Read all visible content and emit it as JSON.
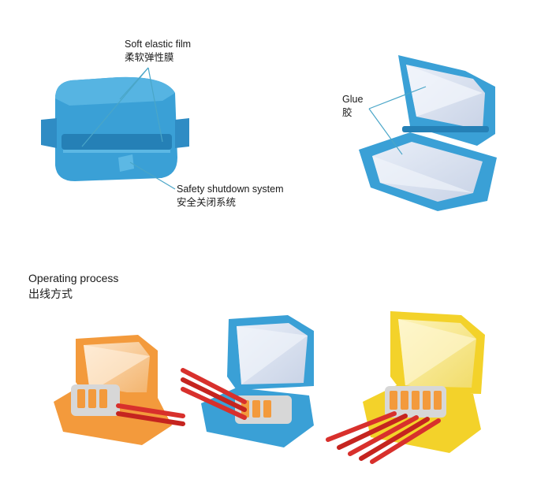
{
  "labels": {
    "soft_film": {
      "en": "Soft elastic film",
      "zh": "柔软弹性膜"
    },
    "glue": {
      "en": "Glue",
      "zh": "胶"
    },
    "safety": {
      "en": "Safety shutdown system",
      "zh": "安全关闭系统"
    }
  },
  "process": {
    "en": "Operating process",
    "zh": "出线方式"
  },
  "colors": {
    "blue": "#3aa0d6",
    "blue_dark": "#2580b6",
    "orange": "#f39a3c",
    "orange_dark": "#d8782a",
    "yellow": "#f3d22a",
    "yellow_dark": "#d7b31a",
    "wire_red": "#d8302c",
    "leader": "#4aa6c8"
  }
}
